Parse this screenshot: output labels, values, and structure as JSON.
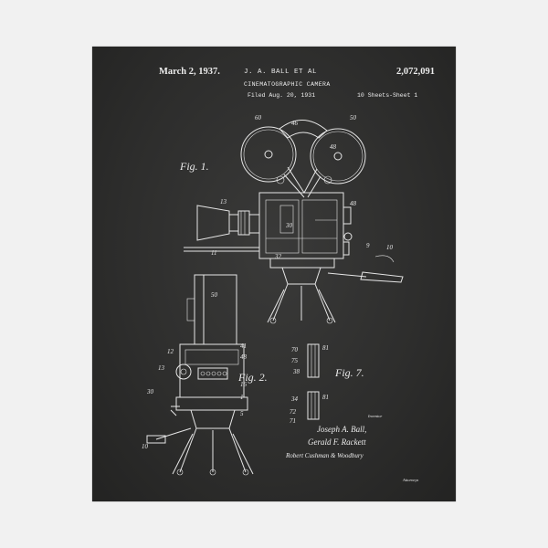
{
  "patent": {
    "date": "March 2, 1937.",
    "inventors": "J. A. BALL ET AL",
    "number": "2,072,091",
    "title": "CINEMATOGRAPHIC CAMERA",
    "filed": "Filed Aug. 20, 1931",
    "sheets": "10 Sheets-Sheet 1"
  },
  "figures": {
    "fig1": "Fig. 1.",
    "fig2": "Fig. 2.",
    "fig7": "Fig. 7."
  },
  "signature": {
    "inventor_label": "Inventor",
    "line1": "Joseph A. Ball,",
    "line2": "Gerald F. Rackett",
    "line3": "Robert Cushman & Woodbury",
    "attorneys_label": "Attorneys"
  },
  "colors": {
    "sheet": "#2d2d2c",
    "ink": "#e6e6e6",
    "frame": "#f1f1f1"
  }
}
